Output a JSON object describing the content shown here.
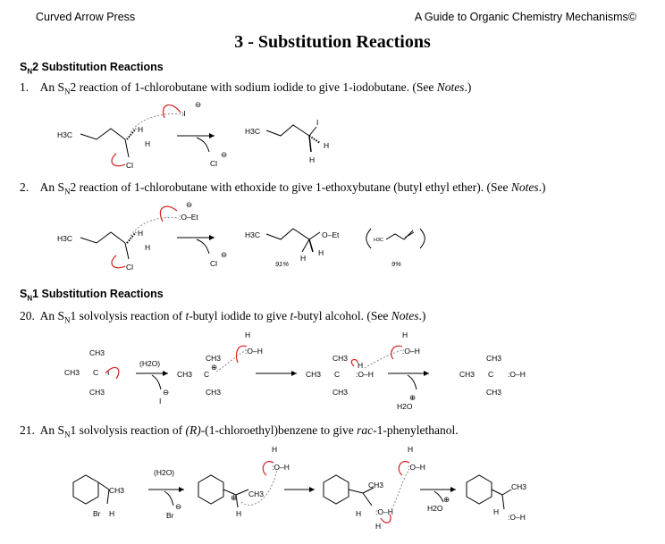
{
  "header": {
    "left": "Curved Arrow Press",
    "right": "A Guide to Organic Chemistry Mechanisms©"
  },
  "title": "3 - Substitution Reactions",
  "sections": [
    {
      "prefix": "S",
      "sub": "N",
      "suffix": "2 Substitution Reactions"
    },
    {
      "prefix": "S",
      "sub": "N",
      "suffix": "1 Substitution Reactions"
    }
  ],
  "questions": [
    {
      "number": "1.",
      "pre": "An S",
      "sub": "N",
      "mid": "2 reaction of 1-chlorobutane with sodium iodide to give 1-iodobutane. (See ",
      "notes": "Notes",
      "post": ".)"
    },
    {
      "number": "2.",
      "pre": "An S",
      "sub": "N",
      "mid": "2 reaction of 1-chlorobutane with ethoxide to give 1-ethoxybutane (butyl ethyl ether). (See ",
      "notes": "Notes",
      "post": ".)"
    },
    {
      "number": "20.",
      "pre": "An S",
      "sub": "N",
      "mid1": "1 solvolysis reaction of ",
      "i1": "t",
      "mid2": "-butyl iodide to give ",
      "i2": "t",
      "mid3": "-butyl alcohol. (See ",
      "notes": "Notes",
      "post": ".)"
    },
    {
      "number": "21.",
      "pre": "An S",
      "sub": "N",
      "mid1": "1 solvolysis reaction of ",
      "i1": "(R)",
      "mid2": "-(1-chloroethyl)benzene to give ",
      "i2": "rac",
      "mid3": "-1-phenylethanol."
    }
  ],
  "scheme_labels": {
    "h3c": "H3C",
    "h": "H",
    "i": "I",
    "cl": "Cl",
    "ominus": "⊖",
    "oplus": "⊕",
    "o_et": ":O–Et",
    "o_et2": "O–Et",
    "i_lone": ":I",
    "ch3": "CH3",
    "c": "C",
    "h2o_solvent": "(H2O)",
    "h2o": "H2O",
    "o_h": ":O–H",
    "yield_main": "91%",
    "yield_minor": "9%",
    "br": "Br"
  },
  "colors": {
    "red_arrow": "#d61f1f",
    "dashed": "#888888"
  }
}
